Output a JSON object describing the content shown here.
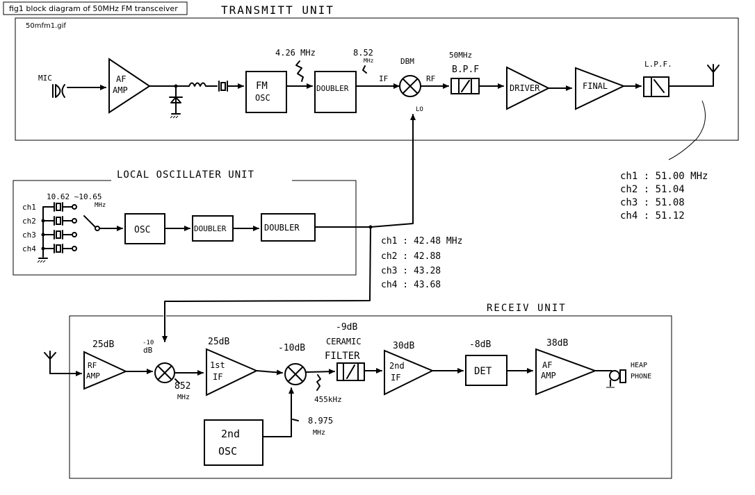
{
  "header": {
    "caption": "fig1 block diagram of 50MHz FM transceiver",
    "filename": "50mfm1.gif"
  },
  "units": {
    "transmit": "TRANSMITT  UNIT",
    "local_osc": "LOCAL OSCILLATER UNIT",
    "receive": "RECEIV  UNIT"
  },
  "transmit": {
    "mic": "MIC",
    "af_amp": [
      "AF",
      "AMP"
    ],
    "fm_osc": [
      "FM",
      "OSC"
    ],
    "doubler": "DOUBLER",
    "freq_fm": "4.26 MHz",
    "freq_if": [
      "8.52",
      "MHz"
    ],
    "if_label": "IF",
    "dbm": "DBM",
    "rf_label": "RF",
    "lo_label": "LO",
    "bpf_freq": "50MHz",
    "bpf": "B.P.F",
    "driver": "DRIVER",
    "final": "FINAL",
    "lpf": "L.P.F."
  },
  "tx_channels": [
    "ch1 : 51.00 MHz",
    "ch2 : 51.04",
    "ch3 : 51.08",
    "ch4 : 51.12"
  ],
  "local_osc": {
    "freq_range": "10.62 ~10.65",
    "freq_unit": "MHz",
    "ch_labels": [
      "ch1",
      "ch2",
      "ch3",
      "ch4"
    ],
    "osc": "OSC",
    "doubler1": "DOUBLER",
    "doubler2": "DOUBLER"
  },
  "lo_channels": [
    "ch1 : 42.48  MHz",
    "ch2 : 42.88",
    "ch3 : 43.28",
    "ch4 : 43.68"
  ],
  "receive": {
    "rf_amp": [
      "RF",
      "AMP"
    ],
    "rf_gain": "25dB",
    "mix1_gain": [
      "-10",
      "dB"
    ],
    "if1": [
      "1st",
      "IF"
    ],
    "if1_gain": "25dB",
    "if1_freq": [
      "852",
      "MHz"
    ],
    "mix2_gain": "-10dB",
    "filter_gain": "-9dB",
    "filter_label": [
      "CERAMIC",
      "FILTER"
    ],
    "freq_455": "455kHz",
    "if2": [
      "2nd",
      "IF"
    ],
    "if2_gain": "30dB",
    "det": "DET",
    "det_gain": "-8dB",
    "af_amp": [
      "AF",
      "AMP"
    ],
    "af_gain": "38dB",
    "headphone": [
      "HEAP",
      "PHONE"
    ],
    "osc2": [
      "2nd",
      "OSC"
    ],
    "osc2_freq": [
      "8.975",
      "MHz"
    ]
  }
}
